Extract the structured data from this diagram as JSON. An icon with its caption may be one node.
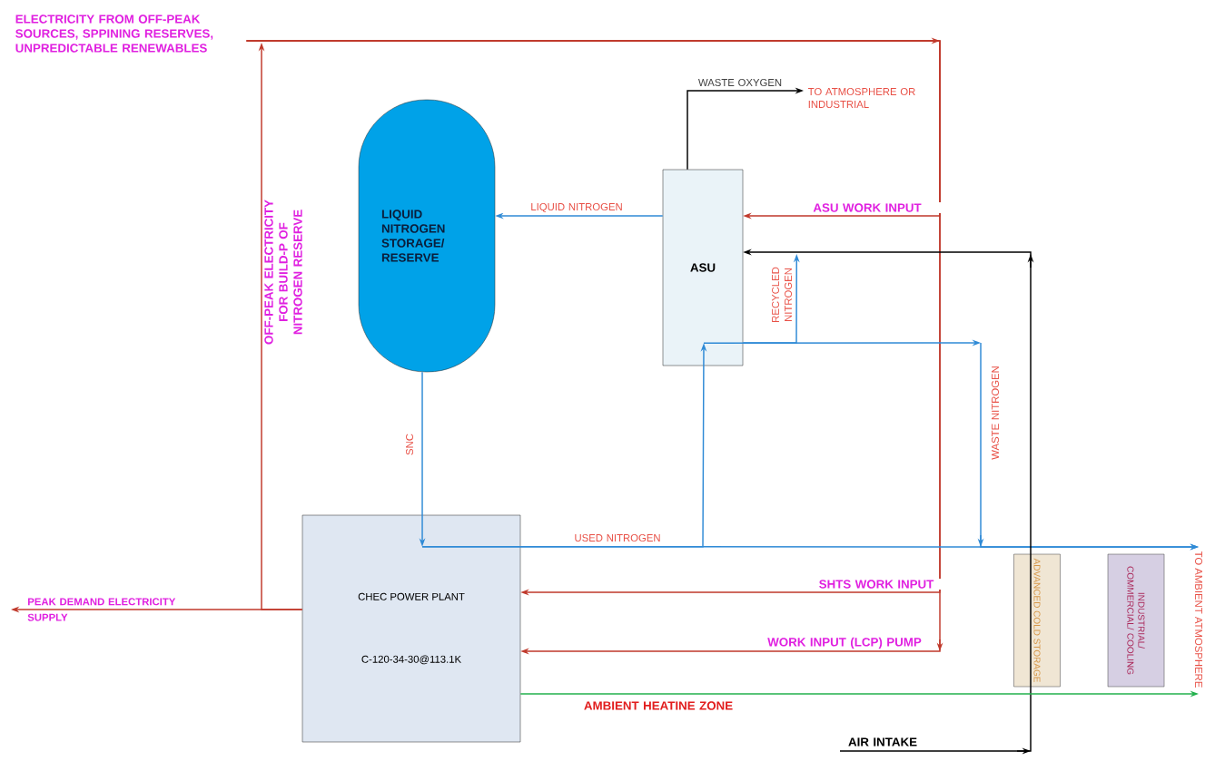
{
  "diagram": {
    "nodes": [
      {
        "text": [
          "LIQUID NITROGEN STORAGE/ RESERVE"
        ]
      },
      {
        "text": [
          "ASU"
        ]
      },
      {
        "text": [
          "CHEC POWER PLANT",
          "C-120-34-30@113.1K"
        ]
      },
      {
        "text": [
          "ADVANCED COLD STORAGE"
        ]
      },
      {
        "text": [
          "INDUSTRIAL/ COMMERCIAL/ COOLING"
        ]
      },
      {
        "text": [
          "ELECTRICITY FROM OFF-PEAK SOURCES, SPPINING RESERVES, UNPREDICTABLE RENEWABLES"
        ]
      },
      {
        "text": [
          "PEAK DEMAND ELECTRICITY SUPPLY"
        ]
      },
      {
        "text": [
          "TO ATMOSPHERE OR INDUSTRIAL"
        ]
      },
      {
        "text": [
          "TO AMBIENT ATMOSPHERE"
        ]
      }
    ],
    "edges": [
      {
        "from": 5,
        "to": 1,
        "arrow": "to",
        "label": "ASU WORK INPUT",
        "color": "#c0392b"
      },
      {
        "from": 5,
        "to": 2,
        "arrow": "to",
        "label": "SHTS WORK INPUT",
        "color": "#c0392b"
      },
      {
        "from": 5,
        "to": 2,
        "arrow": "to",
        "label": "WORK INPUT (LCP) PUMP",
        "color": "#c0392b"
      },
      {
        "from": 2,
        "to": 6,
        "arrow": "to",
        "color": "#c0392b"
      },
      {
        "from": 2,
        "to": null,
        "arrow": "to",
        "label": "OFF-PEAK ELECTRICITY FOR BUILD-P OF NITROGEN RESERVE",
        "color": "#c0392b"
      },
      {
        "from": 1,
        "to": 0,
        "arrow": "to",
        "label": "LIQUID NITROGEN"
      },
      {
        "from": 0,
        "to": 2,
        "arrow": "to",
        "label": "SNC"
      },
      {
        "from": 2,
        "to": 8,
        "arrow": "to",
        "label": "USED NITROGEN"
      },
      {
        "from": 2,
        "to": 1,
        "arrow": "to"
      },
      {
        "from": 1,
        "to": 8,
        "arrow": "to",
        "label": "WASTE NITROGEN"
      },
      {
        "from": 1,
        "to": 1,
        "arrow": "to",
        "label": "RECYCLED NITROGEN"
      },
      {
        "from": null,
        "to": 1,
        "arrow": "to",
        "label": "AIR INTAKE",
        "color": "#000000"
      },
      {
        "from": 1,
        "to": 7,
        "arrow": "to",
        "label": "WASTE OXYGEN",
        "color": "#000000"
      },
      {
        "from": 2,
        "to": 8,
        "arrow": "to",
        "label": "AMBIENT HEATINE ZONE",
        "color": "#22b14c"
      }
    ]
  }
}
